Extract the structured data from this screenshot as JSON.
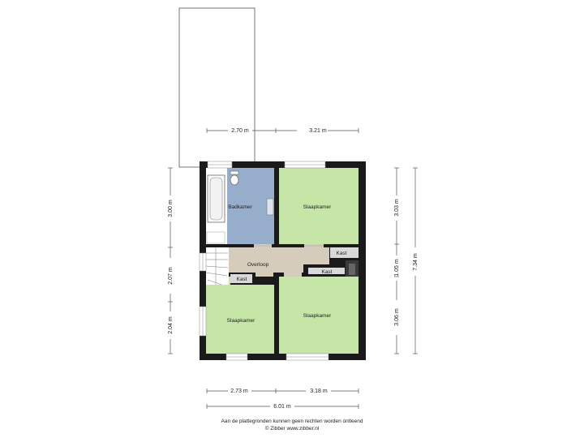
{
  "rooms": {
    "badkamer": "Badkamer",
    "slaapkamer_top_right": "Slaapkamer",
    "overloop": "Overloop",
    "kast_right": "Kast",
    "kast_right_lower": "Kast",
    "kast_left": "Kast",
    "slaapkamer_bottom_left": "Slaapkamer",
    "slaapkamer_bottom_right": "Slaapkamer"
  },
  "dimensions": {
    "top_left": "2.70 m",
    "top_right": "3.21 m",
    "bottom_left": "2.73 m",
    "bottom_right": "3.18 m",
    "bottom_total": "6.01 m",
    "left_top": "3.00 m",
    "left_middle": "2.07 m",
    "left_bottom": "2.04 m",
    "right_top": "3.03 m",
    "right_middle": "1.05 m",
    "right_bottom": "3.06 m",
    "right_total": "7.34 m"
  },
  "footer": {
    "line1": "Aan de plattegronden kunnen geen rechten worden ontleend",
    "line2": "© Zibber www.zibber.nl"
  },
  "colors": {
    "wall": "#1a1a1a",
    "bedroom": "#c6e6a8",
    "bathroom": "#96aecb",
    "landing": "#d6ccbc",
    "closet": "#d9d9d9"
  }
}
